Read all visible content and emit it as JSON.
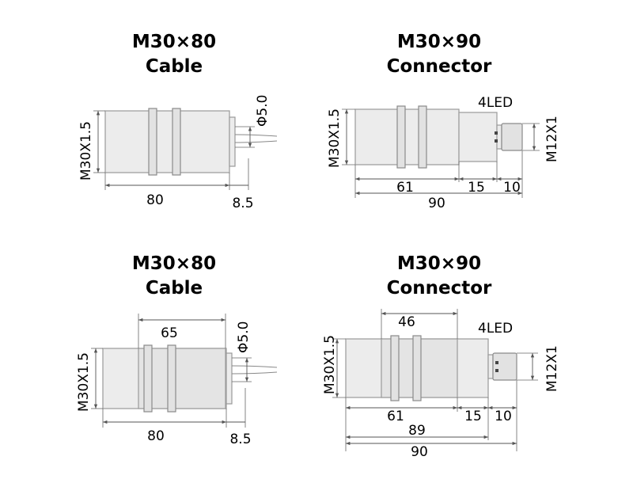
{
  "panels": [
    {
      "title_line1": "M30×80",
      "title_line2": "Cable",
      "thread": "M30X1.5",
      "cable_dia": "Φ5.0",
      "len_total": "80",
      "len_tail": "8.5"
    },
    {
      "title_line1": "M30×90",
      "title_line2": "Connector",
      "thread": "M30X1.5",
      "led": "4LED",
      "connector": "M12X1",
      "len_body": "61",
      "len_mid": "15",
      "len_conn": "10",
      "len_total": "90"
    },
    {
      "title_line1": "M30×80",
      "title_line2": "Cable",
      "thread": "M30X1.5",
      "cable_dia": "Φ5.0",
      "len_thread": "65",
      "len_total": "80",
      "len_tail": "8.5"
    },
    {
      "title_line1": "M30×90",
      "title_line2": "Connector",
      "thread": "M30X1.5",
      "led": "4LED",
      "connector": "M12X1",
      "len_thread": "46",
      "len_body": "61",
      "len_mid": "15",
      "len_conn": "10",
      "len_housing": "89",
      "len_total": "90"
    }
  ]
}
